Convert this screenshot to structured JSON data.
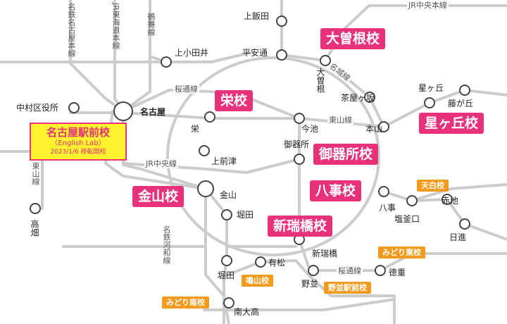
{
  "lines": {
    "jr_chuo_top": "JR中央本線",
    "meitetsu_nagoya": "名鉄名古屋本線",
    "jr_tokaido": "JR東海道本線",
    "tsurumai": "鶴舞線",
    "meijo": "名城線",
    "sakuradori_top": "桜通線",
    "higashiyama": "東山線",
    "jr_chuo": "JR中央線",
    "higashiyama_vertical": "東山線",
    "meitetsu_kawawa": "名鉄河和線",
    "sakuradori_bottom": "桜通線"
  },
  "stations": {
    "kamiiida": "上飯田",
    "kamiotai": "上小田井",
    "heiando": "平安通",
    "ozone": "大曽根",
    "chayagasaka": "茶屋ヶ坂",
    "hoshigaoka": "星ヶ丘",
    "fujigaoka": "藤が丘",
    "nakamura": "中村区役所",
    "nagoya": "名古屋",
    "sakae": "栄",
    "imaike": "今池",
    "motoyama": "本山",
    "gokiso": "御器所",
    "kamimaezu": "上前津",
    "kanayama": "金山",
    "hotta_meijo": "堀田",
    "yagoto": "八事",
    "shiogamaguchi": "塩釜口",
    "akaike": "赤池",
    "nisshin": "日進",
    "takabata": "高畑",
    "aratamabashi": "新瑞橋",
    "hotta": "堀田",
    "arimatsu": "有松",
    "nonami": "野並",
    "tokushige": "徳重",
    "minamiodaka": "南大高"
  },
  "schools": {
    "ozone": "大曽根校",
    "sakae": "栄校",
    "hoshigaoka": "星ヶ丘校",
    "gokiso": "御器所校",
    "yagoto": "八事校",
    "kanayama": "金山校",
    "aratamabashi": "新瑞橋校"
  },
  "partner_schools": {
    "tenpaku": "天白校",
    "midori_higashi": "みどり東校",
    "narumi": "鳴山校",
    "nonami_ekimae": "野並駅前校",
    "midori_minami": "みどり南校"
  },
  "callout": {
    "title": "名古屋駅前校",
    "subtitle": "〈English Lab〉",
    "note": "2023/1/6 移転開校"
  },
  "colors": {
    "school_badge": "#e8317b",
    "partner_badge": "#f39a1c",
    "callout_fill": "#fff22e",
    "rail_line": "#cccccc"
  }
}
